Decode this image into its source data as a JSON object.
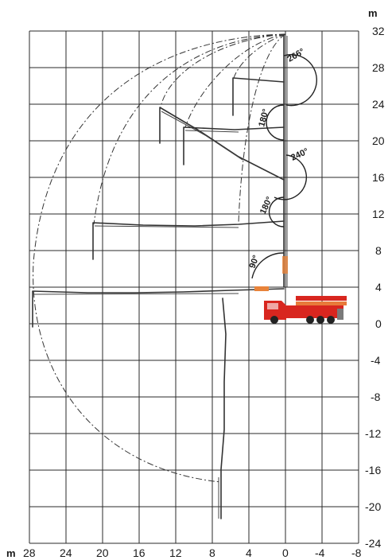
{
  "x_axis": {
    "unit": "m",
    "ticks": [
      "28",
      "24",
      "20",
      "16",
      "12",
      "8",
      "4",
      "0",
      "-4",
      "-8"
    ]
  },
  "y_axis": {
    "unit": "m",
    "ticks": [
      "32",
      "28",
      "24",
      "20",
      "16",
      "12",
      "8",
      "4",
      "0",
      "-4",
      "-8",
      "-12",
      "-16",
      "-20",
      "-24"
    ]
  },
  "angle_labels": {
    "a266": "266°",
    "a180_top": "180°",
    "a240": "240°",
    "a180_mid": "180°",
    "a90": "90°"
  },
  "colors": {
    "grid": "#2a2a2a",
    "truck": "#d8261f",
    "boom": "#333333"
  }
}
